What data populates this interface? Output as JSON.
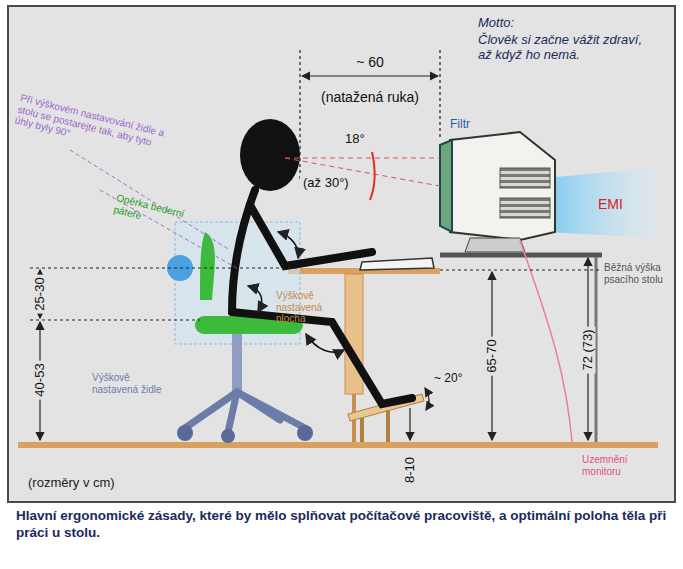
{
  "diagram": {
    "caption": "Hlavní ergonomické zásady, které by mělo splňovat počítačové pracoviště, a optimální poloha těla při práci u stolu.",
    "labels": [
      "Motto:",
      "Člověk si začne vážit zdraví, až když ho nemá.",
      "~ 60",
      "(natažená ruka)",
      "Filtr",
      "18°",
      "(až 30°)",
      "EMI",
      "Při výškovém nastavování židle a stolu se postarejte tak, aby tyto úhly byly 90°",
      "Opěrka bederní páteře",
      "25-30",
      "40-53",
      "Výškově nastavená židle",
      "Výškově nastavená plocha",
      "65-70",
      "72 (73)",
      "Běžná výška psacího stolu",
      "~ 20°",
      "8-10",
      "Uzemnění monitoru",
      "(rozměry v cm)"
    ]
  }
}
